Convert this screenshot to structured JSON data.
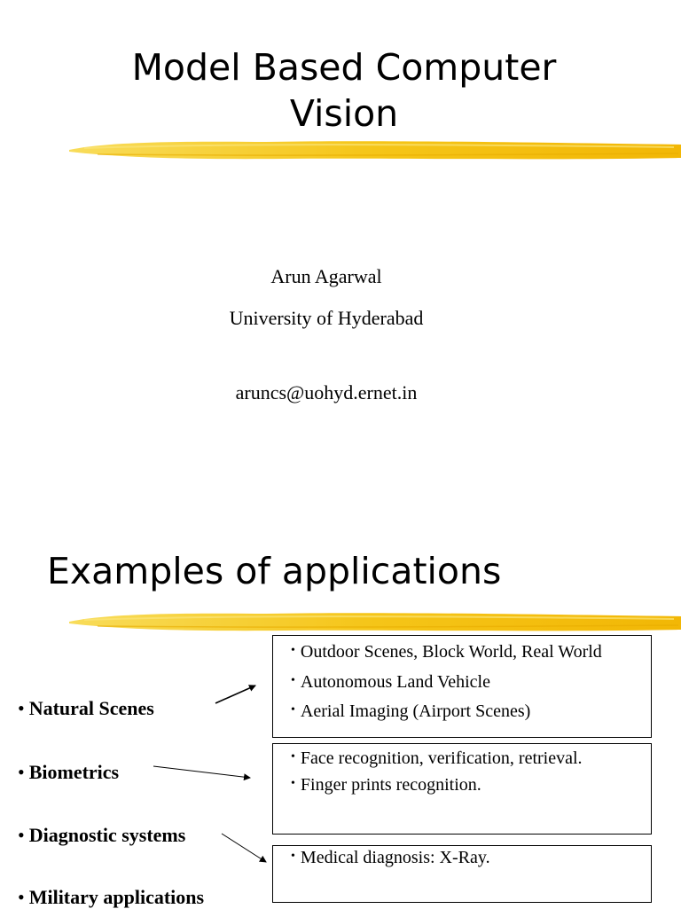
{
  "slide1": {
    "title_line1": "Model Based Computer",
    "title_line2": "Vision",
    "author": "Arun Agarwal",
    "affiliation": "University of Hyderabad",
    "email": "aruncs@uohyd.ernet.in"
  },
  "slide2": {
    "title": "Examples of applications",
    "bullet": "•",
    "categories": [
      "Natural Scenes",
      "Biometrics",
      "Diagnostic systems",
      "Military applications"
    ],
    "box1": [
      "Outdoor Scenes, Block World, Real World",
      "Autonomous Land Vehicle",
      "Aerial Imaging (Airport Scenes)"
    ],
    "box2": [
      "Face recognition, verification, retrieval.",
      "Finger prints recognition."
    ],
    "box3": [
      "Medical diagnosis: X-Ray."
    ]
  },
  "colors": {
    "brush_stroke": "#f5c518",
    "text": "#000000"
  }
}
